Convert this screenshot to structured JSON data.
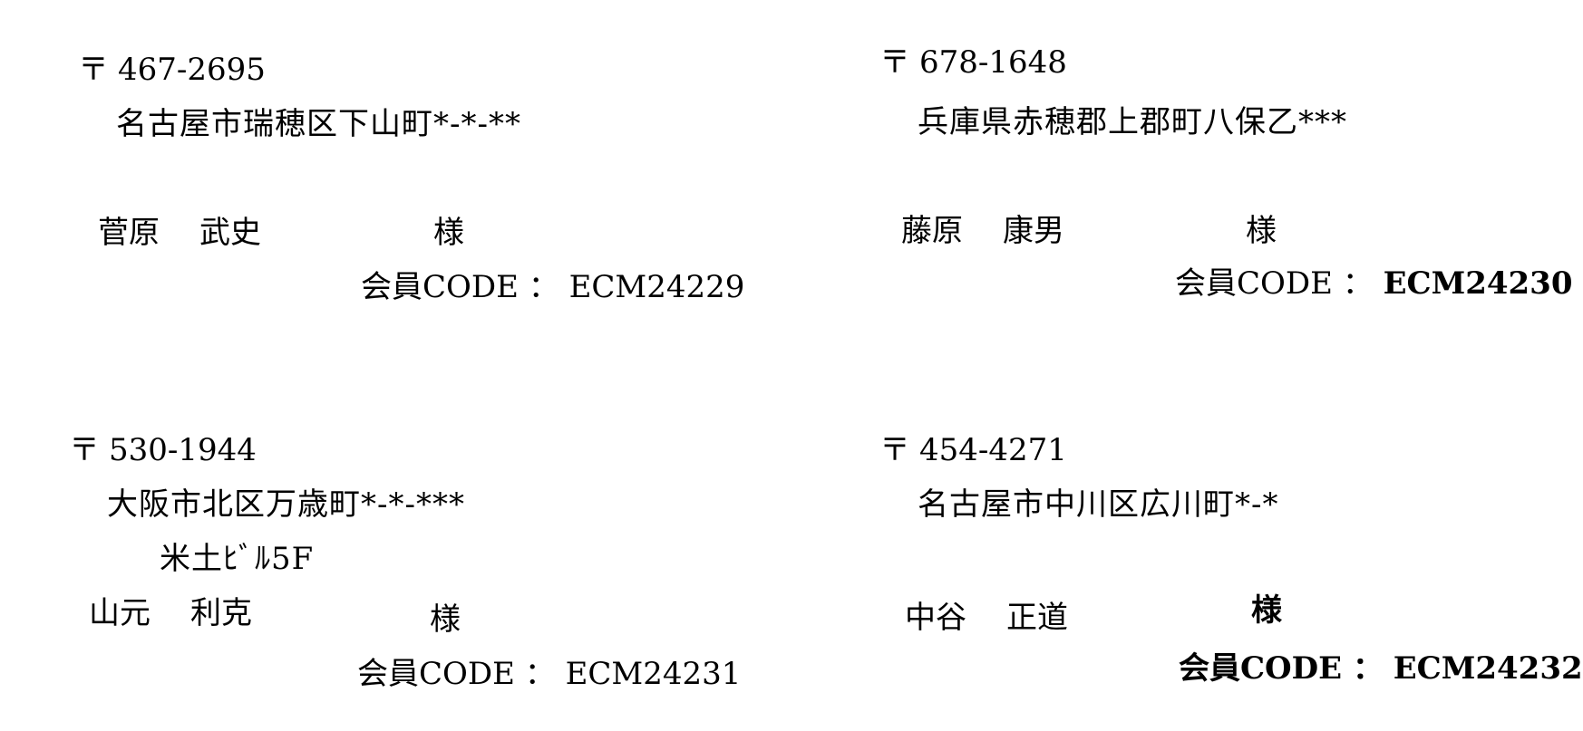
{
  "labels": [
    {
      "postal_mark": "〒",
      "postal_code": "467-2695",
      "address": "名古屋市瑞穂区下山町*-*-**",
      "surname": "菅原",
      "given_name": "武史",
      "honorific": "様",
      "member_code_label": "会員CODE ：",
      "member_code": "ECM24229"
    },
    {
      "postal_mark": "〒",
      "postal_code": "678-1648",
      "address": "兵庫県赤穂郡上郡町八保乙***",
      "surname": "藤原",
      "given_name": "康男",
      "honorific": "様",
      "member_code_label": "会員CODE ：",
      "member_code": "ECM24230"
    },
    {
      "postal_mark": "〒",
      "postal_code": "530-1944",
      "address": "大阪市北区万歳町*-*-***",
      "address2": "米土ﾋﾞﾙ5F",
      "surname": "山元",
      "given_name": "利克",
      "honorific": "様",
      "member_code_label": "会員CODE ：",
      "member_code": "ECM24231"
    },
    {
      "postal_mark": "〒",
      "postal_code": "454-4271",
      "address": "名古屋市中川区広川町*-*",
      "surname": "中谷",
      "given_name": "正道",
      "honorific": "様",
      "member_code_label": "会員CODE ：",
      "member_code": "ECM24232"
    }
  ]
}
